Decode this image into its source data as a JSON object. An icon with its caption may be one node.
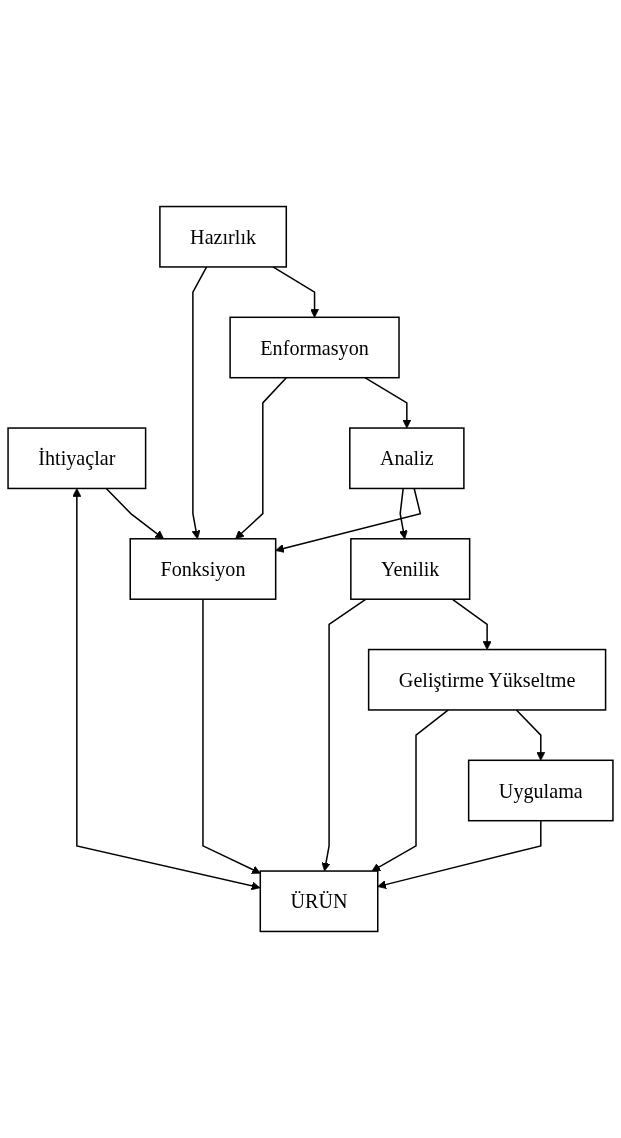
{
  "diagram": {
    "nodes": [
      {
        "text": [
          "İhtiyaçlar"
        ]
      },
      {
        "text": [
          "Hazırlık"
        ]
      },
      {
        "text": [
          "Enformasyon"
        ]
      },
      {
        "text": [
          "Analiz"
        ]
      },
      {
        "text": [
          "Fonksiyon"
        ]
      },
      {
        "text": [
          "Yenilik"
        ]
      },
      {
        "text": [
          "Geliştirme Yükseltme"
        ]
      },
      {
        "text": [
          "Uygulama"
        ]
      },
      {
        "text": [
          "ÜRÜN"
        ]
      }
    ],
    "edges": [
      {
        "from": 0,
        "to": 4,
        "arrow": "to"
      },
      {
        "from": 1,
        "to": 2,
        "arrow": "to"
      },
      {
        "from": 2,
        "to": 3,
        "arrow": "to"
      },
      {
        "from": 1,
        "to": 4,
        "arrow": "to"
      },
      {
        "from": 2,
        "to": 4,
        "arrow": "to"
      },
      {
        "from": 3,
        "to": 4,
        "arrow": "to"
      },
      {
        "from": 3,
        "to": 5,
        "arrow": "to"
      },
      {
        "from": 5,
        "to": 6,
        "arrow": "to"
      },
      {
        "from": 6,
        "to": 7,
        "arrow": "to"
      },
      {
        "from": 5,
        "to": 8,
        "arrow": "to"
      },
      {
        "from": 6,
        "to": 8,
        "arrow": "to"
      },
      {
        "from": 7,
        "to": 8,
        "arrow": "to"
      },
      {
        "from": 4,
        "to": 8,
        "arrow": "to"
      },
      {
        "from": 8,
        "to": 0,
        "arrow": "both"
      }
    ]
  }
}
